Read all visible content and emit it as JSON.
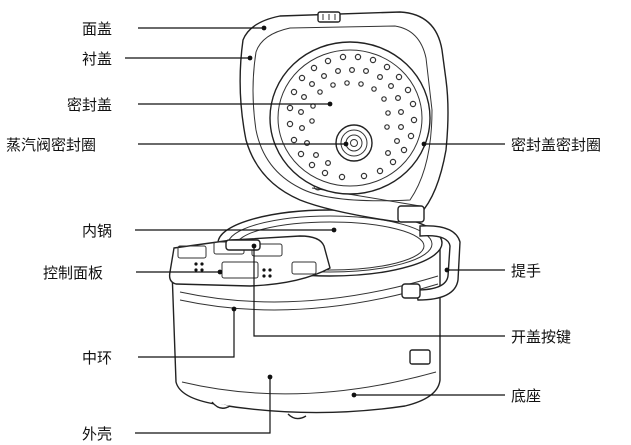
{
  "labels": {
    "face_cover": "面盖",
    "lining_cover": "衬盖",
    "seal_cover": "密封盖",
    "steam_valve_seal": "蒸汽阀密封圈",
    "seal_cover_seal": "密封盖密封圈",
    "inner_pot": "内锅",
    "handle": "提手",
    "control_panel": "控制面板",
    "open_button": "开盖按键",
    "middle_ring": "中环",
    "base": "底座",
    "shell": "外壳"
  }
}
